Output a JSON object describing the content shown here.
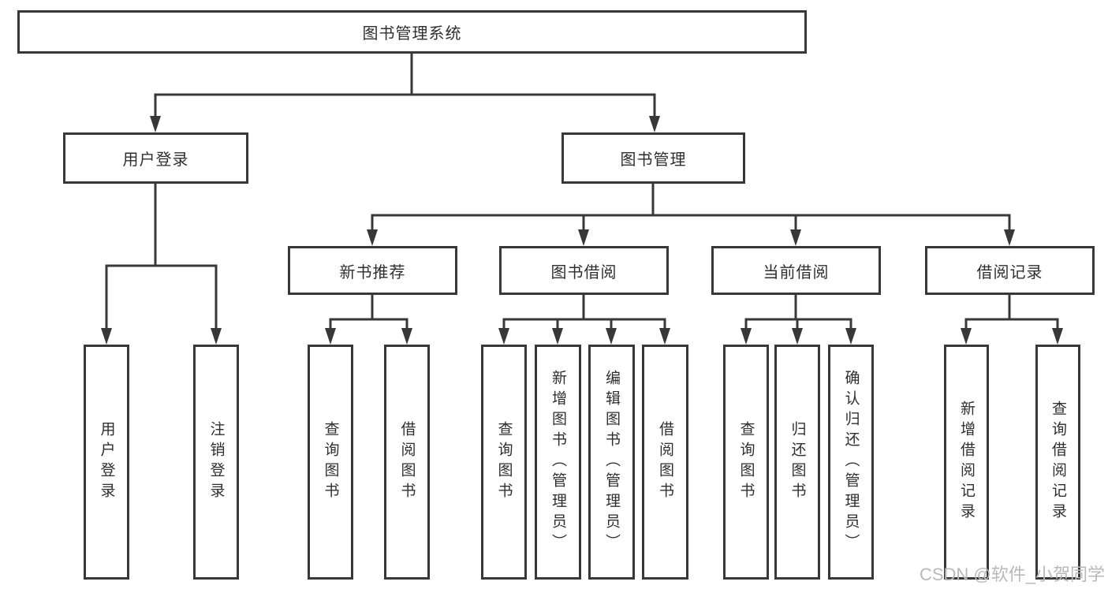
{
  "diagram": {
    "type": "tree",
    "title": "图书管理系统",
    "nodes": [
      {
        "id": "root",
        "label": "图书管理系统",
        "level": 1,
        "parent": null,
        "orientation": "horizontal"
      },
      {
        "id": "user-login",
        "label": "用户登录",
        "level": 2,
        "parent": "root",
        "orientation": "horizontal"
      },
      {
        "id": "book-mgmt",
        "label": "图书管理",
        "level": 2,
        "parent": "root",
        "orientation": "horizontal"
      },
      {
        "id": "new-book-rec",
        "label": "新书推荐",
        "level": 3,
        "parent": "book-mgmt",
        "orientation": "horizontal"
      },
      {
        "id": "book-borrow",
        "label": "图书借阅",
        "level": 3,
        "parent": "book-mgmt",
        "orientation": "horizontal"
      },
      {
        "id": "current-borrow",
        "label": "当前借阅",
        "level": 3,
        "parent": "book-mgmt",
        "orientation": "horizontal"
      },
      {
        "id": "borrow-records",
        "label": "借阅记录",
        "level": 3,
        "parent": "book-mgmt",
        "orientation": "horizontal"
      },
      {
        "id": "login",
        "label": "用户登录",
        "level": 4,
        "parent": "user-login",
        "orientation": "vertical"
      },
      {
        "id": "logout",
        "label": "注销登录",
        "level": 4,
        "parent": "user-login",
        "orientation": "vertical"
      },
      {
        "id": "rec-query-book",
        "label": "查询图书",
        "level": 4,
        "parent": "new-book-rec",
        "orientation": "vertical"
      },
      {
        "id": "rec-borrow-book",
        "label": "借阅图书",
        "level": 4,
        "parent": "new-book-rec",
        "orientation": "vertical"
      },
      {
        "id": "bb-query-book",
        "label": "查询图书",
        "level": 4,
        "parent": "book-borrow",
        "orientation": "vertical"
      },
      {
        "id": "bb-add-book",
        "label": "新增图书（管理员）",
        "level": 4,
        "parent": "book-borrow",
        "orientation": "vertical"
      },
      {
        "id": "bb-edit-book",
        "label": "编辑图书（管理员）",
        "level": 4,
        "parent": "book-borrow",
        "orientation": "vertical"
      },
      {
        "id": "bb-borrow-book",
        "label": "借阅图书",
        "level": 4,
        "parent": "book-borrow",
        "orientation": "vertical"
      },
      {
        "id": "cb-query-book",
        "label": "查询图书",
        "level": 4,
        "parent": "current-borrow",
        "orientation": "vertical"
      },
      {
        "id": "cb-return-book",
        "label": "归还图书",
        "level": 4,
        "parent": "current-borrow",
        "orientation": "vertical"
      },
      {
        "id": "cb-confirm-return",
        "label": "确认归还（管理员）",
        "level": 4,
        "parent": "current-borrow",
        "orientation": "vertical"
      },
      {
        "id": "br-add-record",
        "label": "新增借阅记录",
        "level": 4,
        "parent": "borrow-records",
        "orientation": "vertical"
      },
      {
        "id": "br-query-record",
        "label": "查询借阅记录",
        "level": 4,
        "parent": "borrow-records",
        "orientation": "vertical"
      }
    ],
    "colors": {
      "line": "#383838",
      "text": "#2f2f2f",
      "background": "#ffffff",
      "watermark": "#b9b9b9"
    }
  },
  "watermark": {
    "text": "CSDN @软件_小贺同学"
  }
}
